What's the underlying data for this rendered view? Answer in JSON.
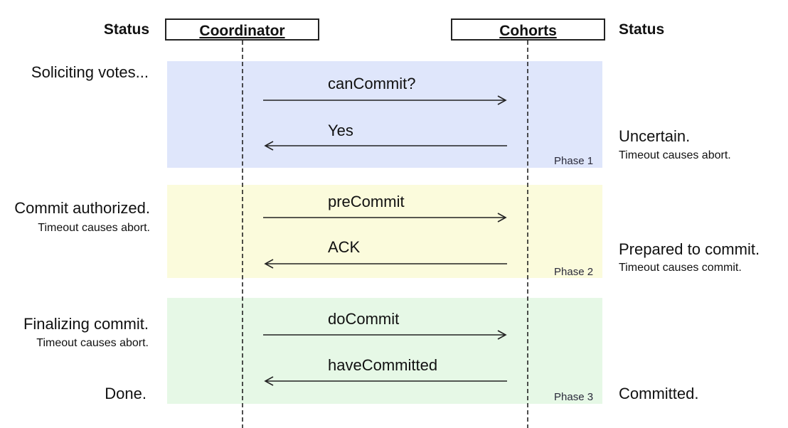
{
  "headers": {
    "left_status": "Status",
    "right_status": "Status"
  },
  "actors": {
    "coordinator": "Coordinator",
    "cohorts": "Cohorts"
  },
  "colors": {
    "phase1_bg": "#dfe6fb",
    "phase2_bg": "#fbfbdc",
    "phase3_bg": "#e6f8e6",
    "line": "#222222"
  },
  "phases": [
    {
      "label": "Phase 1",
      "coordinator_status": "Soliciting votes...",
      "coordinator_note": "",
      "cohort_status": "Uncertain.",
      "cohort_note": "Timeout causes abort.",
      "messages": [
        {
          "text": "canCommit?",
          "direction": "to-cohorts"
        },
        {
          "text": "Yes",
          "direction": "to-coordinator"
        }
      ]
    },
    {
      "label": "Phase 2",
      "coordinator_status": "Commit authorized.",
      "coordinator_note": "Timeout causes abort.",
      "cohort_status": "Prepared to commit.",
      "cohort_note": "Timeout causes commit.",
      "messages": [
        {
          "text": "preCommit",
          "direction": "to-cohorts"
        },
        {
          "text": "ACK",
          "direction": "to-coordinator"
        }
      ]
    },
    {
      "label": "Phase 3",
      "coordinator_status": "Finalizing commit.",
      "coordinator_note": "Timeout causes abort.",
      "cohort_status": "",
      "cohort_note": "",
      "messages": [
        {
          "text": "doCommit",
          "direction": "to-cohorts"
        },
        {
          "text": "haveCommitted",
          "direction": "to-coordinator"
        }
      ]
    }
  ],
  "final": {
    "coordinator_status": "Done.",
    "cohort_status": "Committed."
  }
}
